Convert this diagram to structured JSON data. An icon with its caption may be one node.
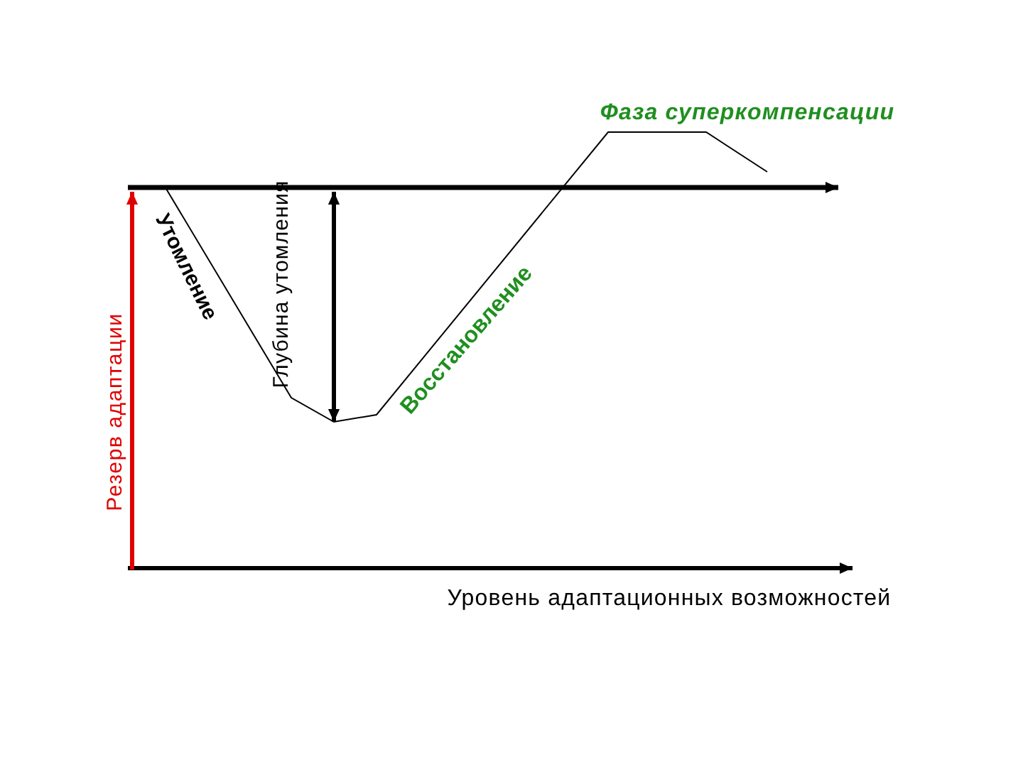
{
  "diagram": {
    "labels": [
      "Фаза суперкомпенсации",
      "Утомление",
      "Глубина утомления",
      "Восстановление",
      "Резерв адаптации",
      "Уровень адаптационных возможностей"
    ]
  }
}
